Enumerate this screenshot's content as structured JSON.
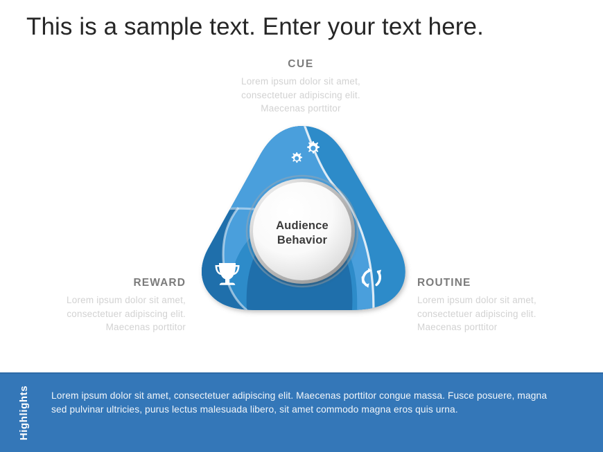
{
  "slide": {
    "title": "This is a sample text. Enter your text here.",
    "background_color": "#ffffff"
  },
  "diagram": {
    "center_label_line1": "Audience",
    "center_label_line2": "Behavior",
    "segments": [
      {
        "id": "cue",
        "heading": "CUE",
        "body": "Lorem  ipsum dolor  sit amet,\nconsectetuer  adipiscing elit.\nMaecenas  porttitor",
        "icon": "gears-icon",
        "color": "#4a9fdc"
      },
      {
        "id": "reward",
        "heading": "REWARD",
        "body": "Lorem  ipsum dolor  sit amet,\nconsectetuer  adipiscing elit.\nMaecenas  porttitor",
        "icon": "trophy-icon",
        "color": "#1f6fab"
      },
      {
        "id": "routine",
        "heading": "ROUTINE",
        "body": "Lorem  ipsum dolor  sit amet,\nconsectetuer  adipiscing elit.\nMaecenas  porttitor",
        "icon": "refresh-cycle-icon",
        "color": "#2d8bc9"
      }
    ]
  },
  "highlights": {
    "label": "Highlights",
    "text": "Lorem ipsum dolor sit amet, consectetuer adipiscing elit. Maecenas porttitor congue massa. Fusce posuere, magna sed pulvinar ultricies, purus lectus malesuada libero, sit amet commodo magna eros quis urna.",
    "background_color": "#3477b8"
  }
}
